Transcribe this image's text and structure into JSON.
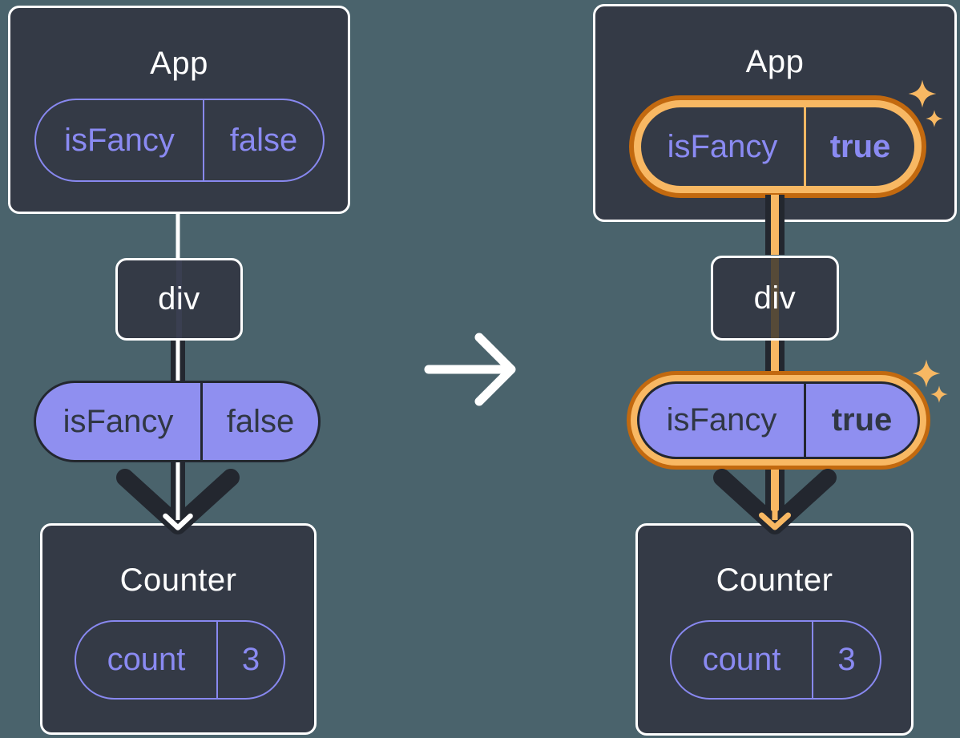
{
  "page": {
    "background_color": "#4A636C",
    "card_color": "#343A46",
    "card_border_color": "#FFFFFF"
  },
  "colors": {
    "purple_text": "#8A8AF2",
    "purple_fill": "#8F8FF0",
    "dark_line": "#23272F",
    "white_line": "#FFFFFF",
    "orange_light": "#F8B863",
    "orange_dark": "#C2690F"
  },
  "icons": {
    "transition": "right-arrow-icon",
    "highlight": "sparkle-icon"
  },
  "left_tree": {
    "app": {
      "title": "App",
      "prop": {
        "name": "isFancy",
        "value": "false"
      }
    },
    "div_element": {
      "label": "div"
    },
    "passed_prop": {
      "name": "isFancy",
      "value": "false"
    },
    "counter": {
      "title": "Counter",
      "state": {
        "name": "count",
        "value": "3"
      }
    }
  },
  "right_tree": {
    "app": {
      "title": "App",
      "prop": {
        "name": "isFancy",
        "value": "true"
      }
    },
    "div_element": {
      "label": "div"
    },
    "passed_prop": {
      "name": "isFancy",
      "value": "true"
    },
    "counter": {
      "title": "Counter",
      "state": {
        "name": "count",
        "value": "3"
      }
    }
  }
}
